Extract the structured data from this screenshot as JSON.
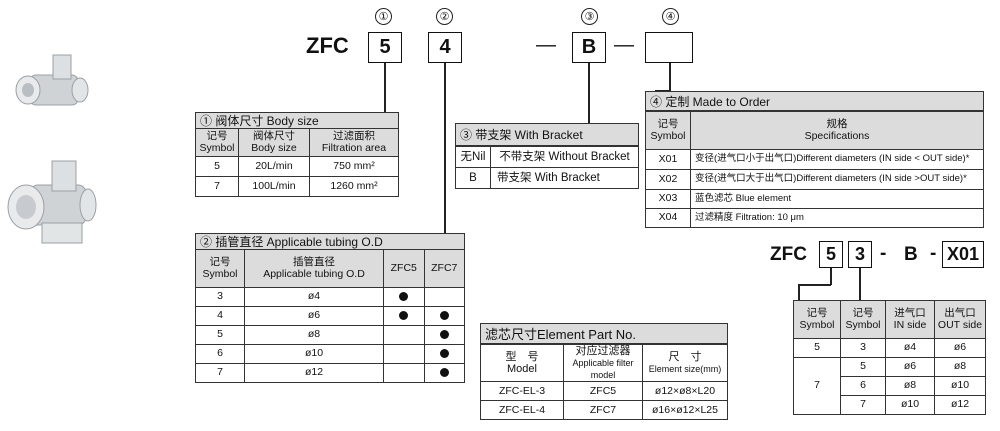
{
  "part_code": {
    "prefix": "ZFC",
    "markers": [
      "①",
      "②",
      "③",
      "④"
    ],
    "box1": "5",
    "box2": "4",
    "dash1": "—",
    "box3": "B",
    "dash2": "—",
    "box4": ""
  },
  "body_size": {
    "title": "① 阀体尺寸 Body size",
    "headers": [
      [
        "记号",
        "Symbol"
      ],
      [
        "阀体尺寸",
        "Body size"
      ],
      [
        "过滤面积",
        "Filtration area"
      ]
    ],
    "rows": [
      [
        "5",
        "20L/min",
        "750 mm²"
      ],
      [
        "7",
        "100L/min",
        "1260 mm²"
      ]
    ]
  },
  "tubing": {
    "title": "② 插管直径 Applicable tubing O.D",
    "headers": [
      [
        "记号",
        "Symbol"
      ],
      [
        "插管直径",
        "Applicable tubing O.D"
      ],
      [
        "ZFC5"
      ],
      [
        "ZFC7"
      ]
    ],
    "rows": [
      {
        "symbol": "3",
        "od": "ø4",
        "zfc5": true,
        "zfc7": false
      },
      {
        "symbol": "4",
        "od": "ø6",
        "zfc5": true,
        "zfc7": true
      },
      {
        "symbol": "5",
        "od": "ø8",
        "zfc5": false,
        "zfc7": true
      },
      {
        "symbol": "6",
        "od": "ø10",
        "zfc5": false,
        "zfc7": true
      },
      {
        "symbol": "7",
        "od": "ø12",
        "zfc5": false,
        "zfc7": true
      }
    ]
  },
  "bracket": {
    "title": "③ 带支架 With Bracket",
    "rows": [
      [
        "无Nil",
        "不带支架 Without Bracket"
      ],
      [
        "B",
        "带支架 With Bracket"
      ]
    ]
  },
  "order": {
    "title": "④ 定制 Made to Order",
    "headers": [
      [
        "记号",
        "Symbol"
      ],
      [
        "规格",
        "Specifications"
      ]
    ],
    "rows": [
      [
        "X01",
        "变径(进气口小于出气口)Different diameters (IN side < OUT side)*"
      ],
      [
        "X02",
        "变径(进气口大于出气口)Different diameters (IN side >OUT side)*"
      ],
      [
        "X03",
        "蓝色滤芯 Blue element"
      ],
      [
        "X04",
        "过滤精度 Filtration: 10 μm"
      ]
    ]
  },
  "example_code": {
    "prefix": "ZFC",
    "box1": "5",
    "box2": "3",
    "sep1": "-",
    "b": "B",
    "sep2": "-",
    "box3": "X01"
  },
  "element": {
    "title": "滤芯尺寸Element Part No.",
    "headers": [
      [
        "型　号",
        "Model"
      ],
      [
        "对应过滤器",
        "Applicable filter model"
      ],
      [
        "尺　寸",
        "Element size(mm)"
      ]
    ],
    "rows": [
      [
        "ZFC-EL-3",
        "ZFC5",
        "ø12×ø8×L20"
      ],
      [
        "ZFC-EL-4",
        "ZFC7",
        "ø16×ø12×L25"
      ]
    ]
  },
  "diameters": {
    "headers": [
      [
        "记号",
        "Symbol"
      ],
      [
        "记号",
        "Symbol"
      ],
      [
        "进气口",
        "IN side"
      ],
      [
        "出气口",
        "OUT side"
      ]
    ],
    "rows": [
      [
        "5",
        "3",
        "ø4",
        "ø6"
      ],
      [
        "7",
        "5",
        "ø6",
        "ø8"
      ],
      [
        "",
        "6",
        "ø8",
        "ø10"
      ],
      [
        "",
        "7",
        "ø10",
        "ø12"
      ]
    ]
  },
  "colors": {
    "header_gray": "#dcdcdc",
    "line": "#222222"
  }
}
